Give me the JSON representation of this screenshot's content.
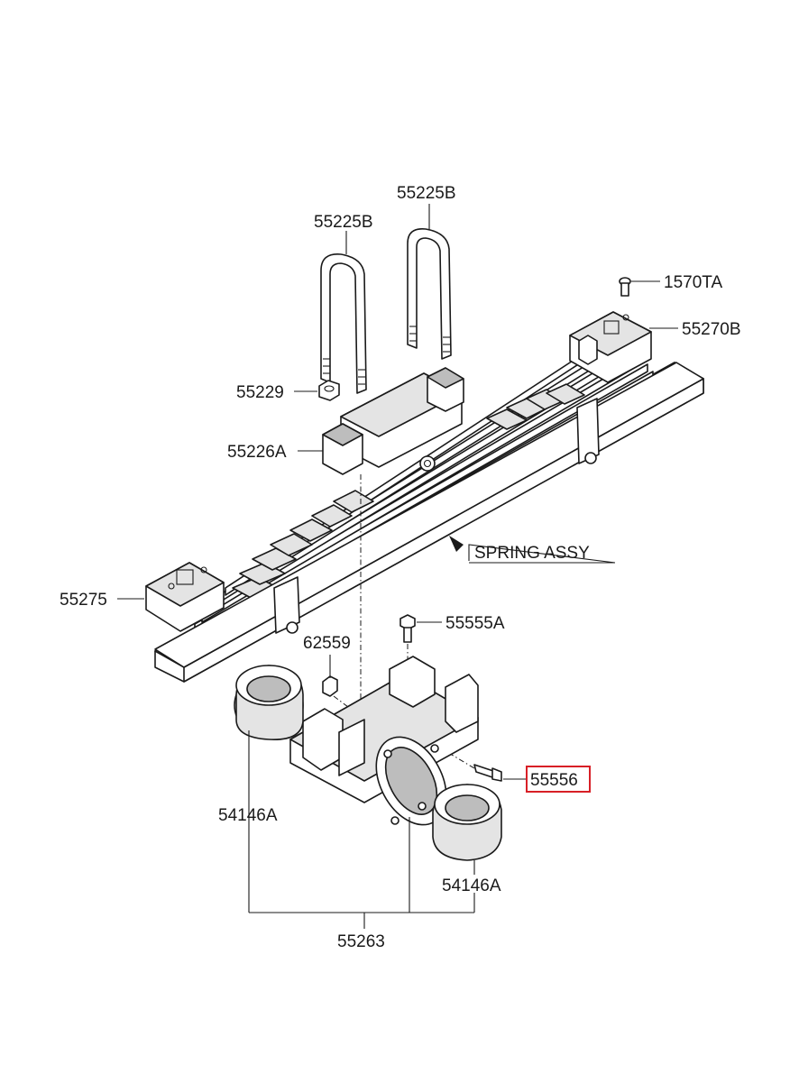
{
  "labels": {
    "u_bolt_left": "55225B",
    "u_bolt_right": "55225B",
    "bolt_top_right": "1570TA",
    "pad_upper": "55270B",
    "nut_left": "55229",
    "spring_seat_pad": "55226A",
    "spring_assy": "SPRING ASSY",
    "pad_lower": "55275",
    "nut_small": "62559",
    "bolt_bracket_top": "55555A",
    "bolt_bracket_side": "55556",
    "bushing_left": "54146A",
    "bushing_right": "54146A",
    "bracket_assy": "55263"
  },
  "highlight_color": "#d81f26"
}
